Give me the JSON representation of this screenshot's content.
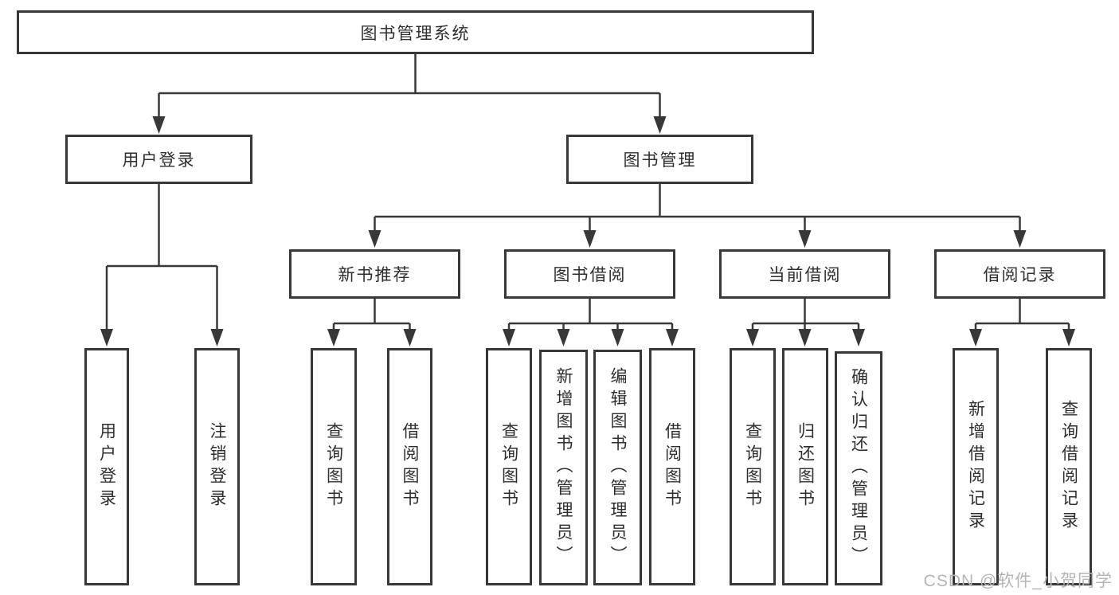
{
  "diagram": {
    "type": "hierarchy-tree",
    "nodes": {
      "root": {
        "label": "图书管理系统"
      },
      "userLogin": {
        "label": "用户登录"
      },
      "bookMgmt": {
        "label": "图书管理"
      },
      "newBookRec": {
        "label": "新书推荐"
      },
      "bookBorrow": {
        "label": "图书借阅"
      },
      "currentBorrow": {
        "label": "当前借阅"
      },
      "borrowRecords": {
        "label": "借阅记录"
      },
      "leafUserLogin": {
        "label": "用户登录"
      },
      "leafLogout": {
        "label": "注销登录"
      },
      "nbQuery": {
        "label": "查询图书"
      },
      "nbBorrow": {
        "label": "借阅图书"
      },
      "bbQuery": {
        "label": "查询图书"
      },
      "bbAdd": {
        "label": "新增图书（管理员）"
      },
      "bbEdit": {
        "label": "编辑图书（管理员）"
      },
      "bbBorrow": {
        "label": "借阅图书"
      },
      "cbQuery": {
        "label": "查询图书"
      },
      "cbReturn": {
        "label": "归还图书"
      },
      "cbConfirm": {
        "label": "确认归还（管理员）"
      },
      "brAdd": {
        "label": "新增借阅记录"
      },
      "brQuery": {
        "label": "查询借阅记录"
      }
    },
    "hierarchy": {
      "图书管理系统": [
        "用户登录",
        "图书管理"
      ],
      "用户登录": [
        "用户登录",
        "注销登录"
      ],
      "图书管理": [
        "新书推荐",
        "图书借阅",
        "当前借阅",
        "借阅记录"
      ],
      "新书推荐": [
        "查询图书",
        "借阅图书"
      ],
      "图书借阅": [
        "查询图书",
        "新增图书（管理员）",
        "编辑图书（管理员）",
        "借阅图书"
      ],
      "当前借阅": [
        "查询图书",
        "归还图书",
        "确认归还（管理员）"
      ],
      "借阅记录": [
        "新增借阅记录",
        "查询借阅记录"
      ]
    },
    "colors": {
      "line": "#383838",
      "box_border": "#383838",
      "text": "#2e2e2e",
      "background": "#ffffff"
    }
  },
  "watermark": {
    "text": "CSDN @软件_小贺同学",
    "color": "#b5b5b5"
  }
}
